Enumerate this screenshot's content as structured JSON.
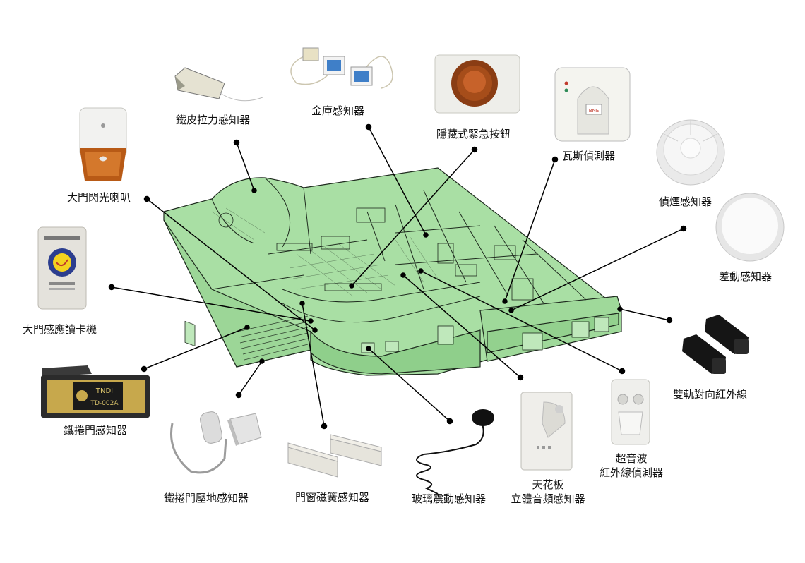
{
  "labels": {
    "strap_pull": "鐵皮拉力感知器",
    "vault": "金庫感知器",
    "hidden_panic": "隱藏式緊急按鈕",
    "gas": "瓦斯偵測器",
    "smoke": "偵煙感知器",
    "heat": "差動感知器",
    "siren": "大門閃光喇叭",
    "card_reader": "大門感應讀卡機",
    "beam": "雙軌對向紅外線",
    "shutter": "鐵捲門感知器",
    "shutter_floor": "鐵捲門壓地感知器",
    "magnet": "門窗磁簧感知器",
    "glass": "玻璃震動感知器",
    "ceiling_1": "天花板",
    "ceiling_2": "立體音頻感知器",
    "ultrasonic_1": "超音波",
    "ultrasonic_2": "紅外線偵測器"
  },
  "device_text": {
    "shutter_brand": "TNDI",
    "shutter_model": "TD-002A",
    "gas_badge": "BNE"
  },
  "colors": {
    "building_fill": "#a9dfa4",
    "building_line": "#1e2a1e",
    "connector": "#000000"
  }
}
